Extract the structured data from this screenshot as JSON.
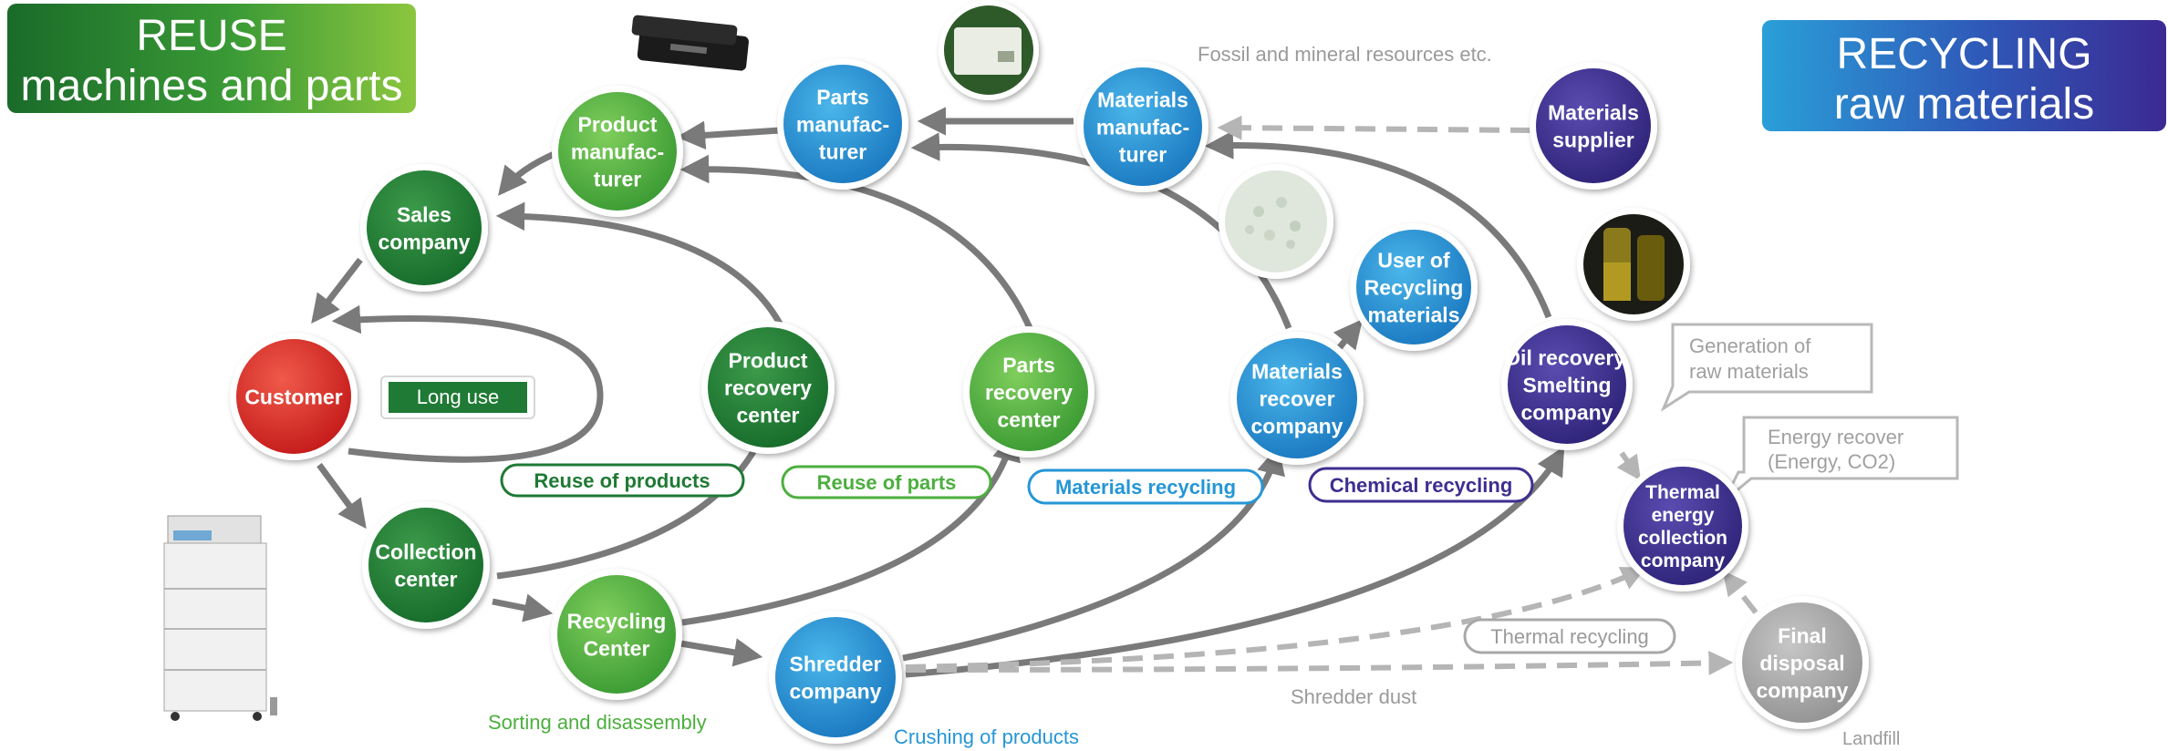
{
  "banners": {
    "reuse": {
      "line1": "REUSE",
      "line2": "machines and parts",
      "colors": [
        "#1a6b2a",
        "#8cc63f"
      ]
    },
    "recycling": {
      "line1": "RECYCLING",
      "line2": "raw materials",
      "colors": [
        "#2a9fd8",
        "#3b2a92"
      ]
    }
  },
  "nodes": {
    "customer": [
      "Customer"
    ],
    "sales_company": [
      "Sales",
      "company"
    ],
    "product_manufacturer": [
      "Product",
      "manufac-",
      "turer"
    ],
    "parts_manufacturer": [
      "Parts",
      "manufac-",
      "turer"
    ],
    "materials_manufacturer": [
      "Materials",
      "manufac-",
      "turer"
    ],
    "materials_supplier": [
      "Materials",
      "supplier"
    ],
    "product_recovery_center": [
      "Product",
      "recovery",
      "center"
    ],
    "parts_recovery_center": [
      "Parts",
      "recovery",
      "center"
    ],
    "materials_recover_company": [
      "Materials",
      "recover",
      "company"
    ],
    "user_of_recycling_materials": [
      "User of",
      "Recycling",
      "materials"
    ],
    "oil_recovery_smelting_company": [
      "Oil recovery,",
      "Smelting",
      "company"
    ],
    "thermal_energy_collection_company": [
      "Thermal",
      "energy",
      "collection",
      "company"
    ],
    "collection_center": [
      "Collection",
      "center"
    ],
    "recycling_center": [
      "Recycling",
      "Center"
    ],
    "shredder_company": [
      "Shredder",
      "company"
    ],
    "final_disposal_company": [
      "Final",
      "disposal",
      "company"
    ]
  },
  "loop_labels": {
    "long_use": "Long use",
    "reuse_of_products": "Reuse of products",
    "reuse_of_parts": "Reuse of parts",
    "materials_recycling": "Materials recycling",
    "chemical_recycling": "Chemical recycling",
    "thermal_recycling": "Thermal recycling"
  },
  "captions": {
    "fossil": "Fossil and mineral resources etc.",
    "sorting": "Sorting and disassembly",
    "crushing": "Crushing of products",
    "shredder_dust": "Shredder dust",
    "landfill": "Landfill"
  },
  "callouts": {
    "generation": [
      "Generation of",
      "raw materials"
    ],
    "energy": [
      "Energy recover",
      "(Energy, CO2)"
    ]
  },
  "colors": {
    "dark_green": "#1e7a34",
    "mid_green": "#4caf3e",
    "red": "#d42a2a",
    "blue": "#2596d6",
    "purple": "#3d2f8f",
    "gray": "#a8a8a8",
    "arrow": "#7a7a7a"
  }
}
